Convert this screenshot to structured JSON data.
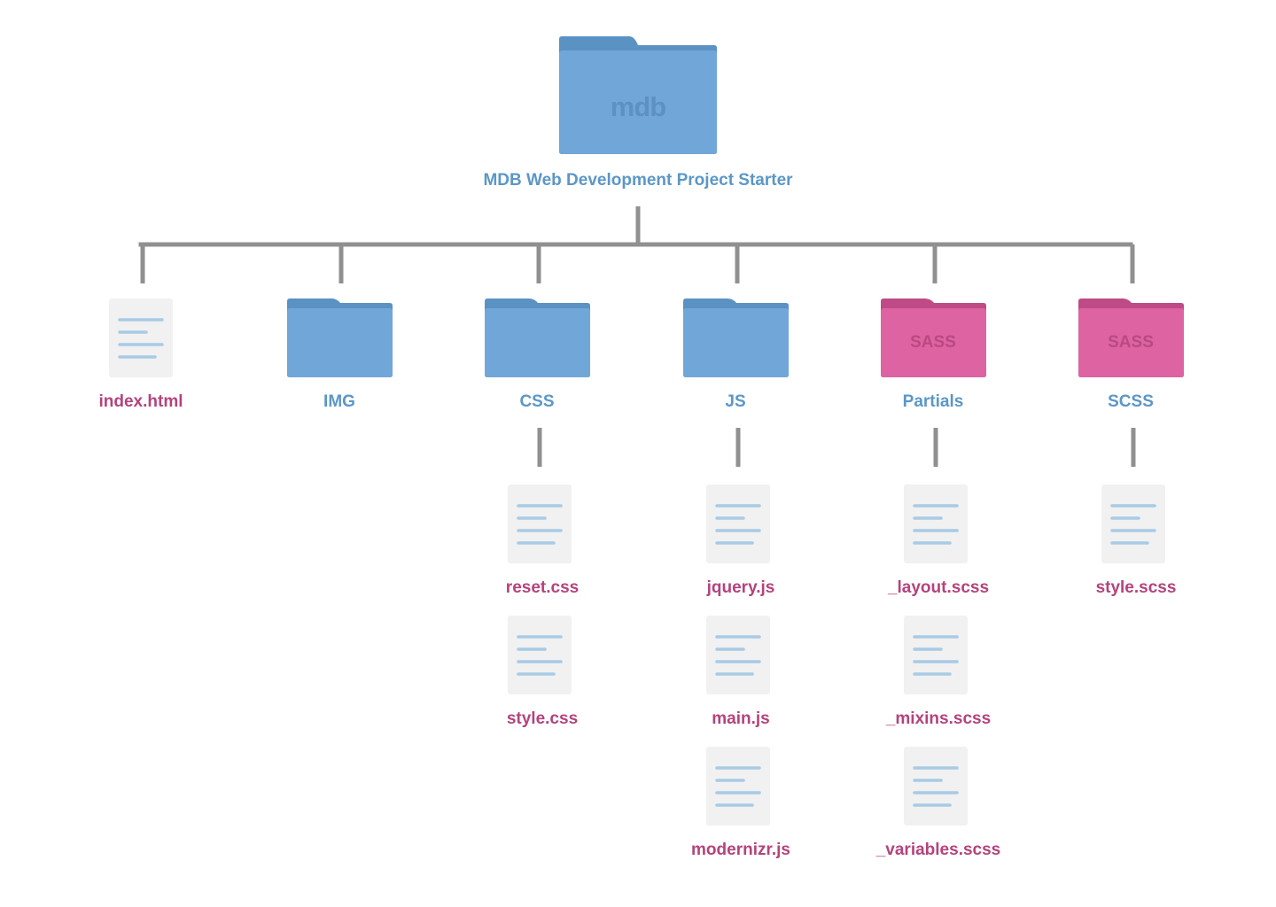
{
  "colors": {
    "folder_blue": "#71a7d8",
    "folder_blue_tab": "#5b92c4",
    "folder_blue_text": "#5d91c2",
    "folder_pink": "#de63a2",
    "folder_pink_tab": "#bf4b86",
    "folder_pink_text": "#b94a80",
    "file_bg": "#f1f1f1",
    "file_line": "#a8cbe6",
    "label_blue": "#5b97c7",
    "label_pink": "#b5437c",
    "connector": "#909090"
  },
  "root": {
    "icon": "folder-icon",
    "badge": "mdb",
    "label": "MDB Web Development Project Starter"
  },
  "children": [
    {
      "icon": "file-icon",
      "label": "index.html",
      "color": "pink",
      "files": []
    },
    {
      "icon": "folder-icon",
      "label": "IMG",
      "color": "blue",
      "files": []
    },
    {
      "icon": "folder-icon",
      "label": "CSS",
      "color": "blue",
      "files": [
        "reset.css",
        "style.css"
      ]
    },
    {
      "icon": "folder-icon",
      "label": "JS",
      "color": "blue",
      "files": [
        "jquery.js",
        "main.js",
        "modernizr.js"
      ]
    },
    {
      "icon": "sass-folder-icon",
      "badge": "SASS",
      "label": "Partials",
      "color": "blue",
      "files": [
        "_layout.scss",
        "_mixins.scss",
        "_variables.scss"
      ]
    },
    {
      "icon": "sass-folder-icon",
      "badge": "SASS",
      "label": "SCSS",
      "color": "blue",
      "files": [
        "style.scss"
      ]
    }
  ]
}
